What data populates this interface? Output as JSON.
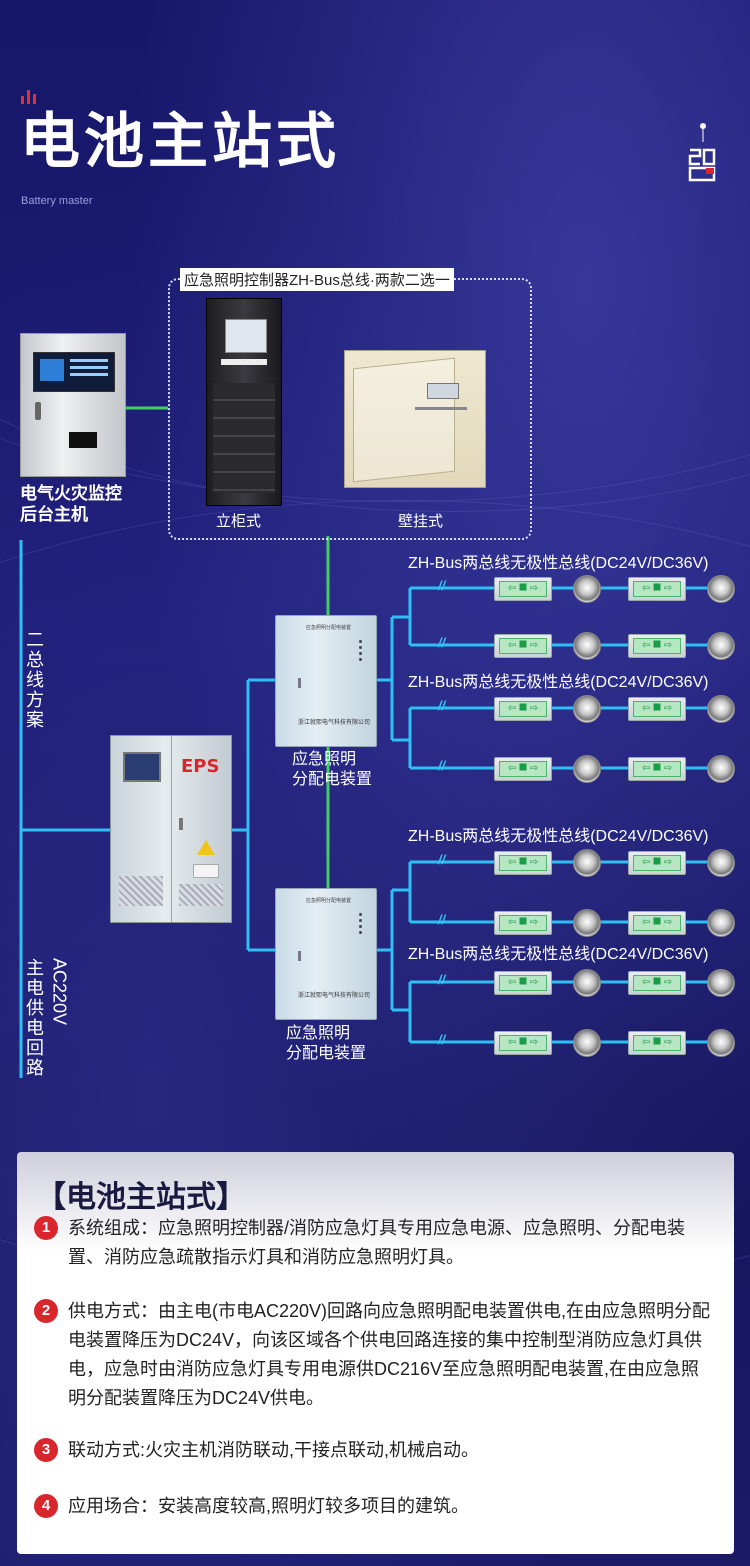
{
  "header": {
    "title": "电池主站式",
    "subtitle": "Battery master"
  },
  "controller_group": {
    "title": "应急照明控制器ZH-Bus总线·两款二选一",
    "cabinet_label": "立柜式",
    "wall_label": "壁挂式"
  },
  "fire_host": {
    "label_line1": "电气火灾监控",
    "label_line2": "后台主机"
  },
  "eps": {
    "label": "EPS"
  },
  "distribution_units": [
    {
      "line1": "应急照明",
      "line2": "分配电装置",
      "plate": "浙江就熙电气科技有限公司"
    },
    {
      "line1": "应急照明",
      "line2": "分配电装置",
      "plate": "浙江就熙电气科技有限公司"
    }
  ],
  "bus_labels": [
    "ZH-Bus两总线无极性总线(DC24V/DC36V)",
    "ZH-Bus两总线无极性总线(DC24V/DC36V)",
    "ZH-Bus两总线无极性总线(DC24V/DC36V)",
    "ZH-Bus两总线无极性总线(DC24V/DC36V)"
  ],
  "side_labels": {
    "bus_scheme": "二总线方案",
    "main_power_a": "AC220V",
    "main_power_b": "主电供电回路"
  },
  "colors": {
    "line_blue": "#2ec0f4",
    "line_green": "#3fcf63",
    "accent_red": "#d9262c"
  },
  "card": {
    "title": "【电池主站式】",
    "items": [
      {
        "num": "1",
        "text": "系统组成：应急照明控制器/消防应急灯具专用应急电源、应急照明、分配电装置、消防应急疏散指示灯具和消防应急照明灯具。"
      },
      {
        "num": "2",
        "text": "供电方式：由主电(市电AC220V)回路向应急照明配电装置供电,在由应急照明分配电装置降压为DC24V，向该区域各个供电回路连接的集中控制型消防应急灯具供电，应急时由消防应急灯具专用电源供DC216V至应急照明配电装置,在由应急照明分配装置降压为DC24V供电。"
      },
      {
        "num": "3",
        "text": "联动方式:火灾主机消防联动,干接点联动,机械启动。"
      },
      {
        "num": "4",
        "text": "应用场合：安装高度较高,照明灯较多项目的建筑。"
      }
    ]
  }
}
